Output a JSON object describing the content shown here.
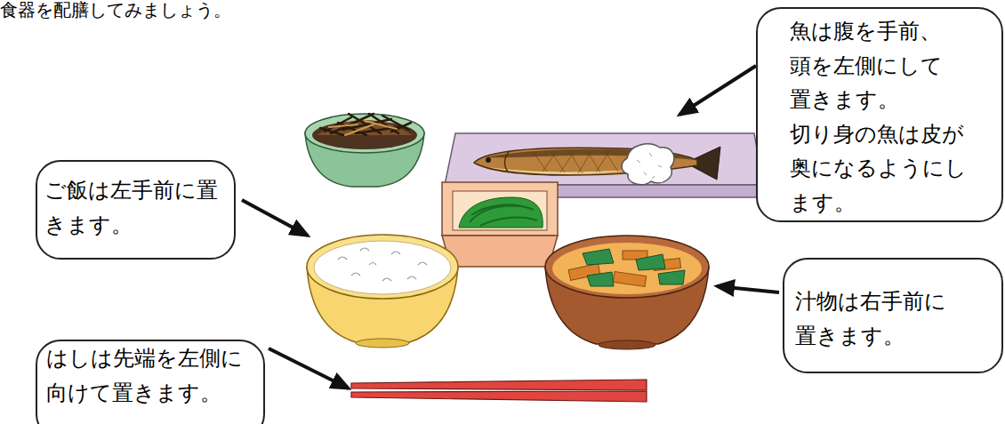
{
  "diagram": {
    "nodes": [
      {
        "text": [
          "魚は腹を手前、 頭を左側にして 置きます。 切り身の魚は皮が 奥になるようにし ます。"
        ]
      },
      {
        "text": [
          "ご飯は左手前に置 きます。"
        ]
      },
      {
        "text": [
          "汁物は右手前に 置きます。"
        ]
      },
      {
        "text": [
          "はしは先端を左側に 向けて置きます。"
        ]
      }
    ],
    "labels": [
      "食器を配膳してみましょう。"
    ]
  }
}
